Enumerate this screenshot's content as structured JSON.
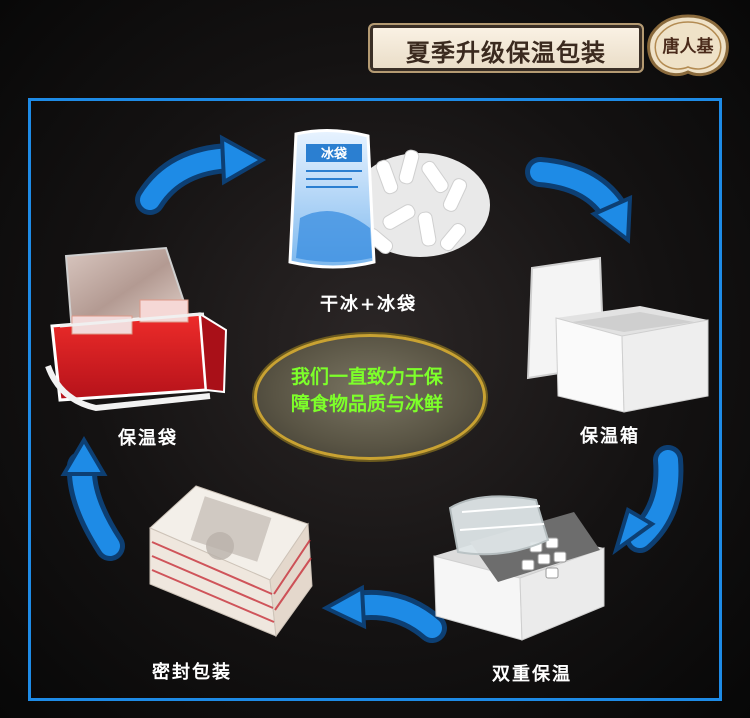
{
  "header": {
    "title": "夏季升级保温包装"
  },
  "logo": {
    "text": "唐人基"
  },
  "center": {
    "line1": "我们一直致力于保",
    "line2": "障食物品质与冰鲜"
  },
  "steps": {
    "ice": "干冰+冰袋",
    "ice_bag_label": "冰袋",
    "foam_box": "保温箱",
    "double": "双重保温",
    "sealed": "密封包装",
    "insulated_bag": "保温袋"
  },
  "colors": {
    "frame": "#1e8be6",
    "arrow": "#1e8be6",
    "slogan": "#7dff2a",
    "ellipse_border": "#c9a232",
    "bag_red": "#d81c1f"
  }
}
